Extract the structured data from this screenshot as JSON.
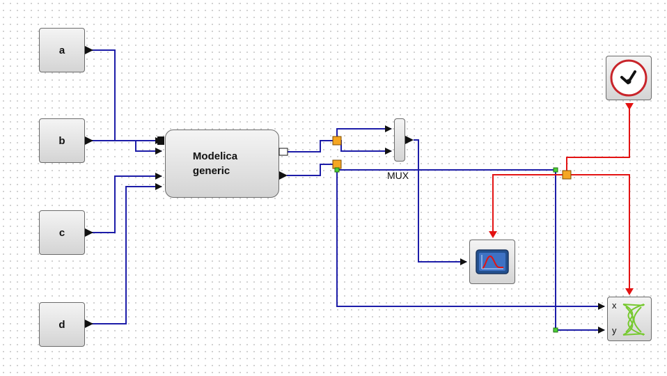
{
  "diagram": {
    "inputs": [
      {
        "label": "a"
      },
      {
        "label": "b"
      },
      {
        "label": "c"
      },
      {
        "label": "d"
      }
    ],
    "modelica": {
      "line1": "Modelica",
      "line2": "generic"
    },
    "mux": {
      "label": "MUX"
    },
    "xy_scope": {
      "x_label": "x",
      "y_label": "y"
    },
    "colors": {
      "data_link": "#1c1ca8",
      "event_link": "#e31212",
      "split_point": "#f5a623",
      "scope_trace": "#e31212",
      "scope_screen": "#2d60a8",
      "lissajous": "#77c930"
    },
    "icons": [
      "clock-icon",
      "scope-icon",
      "lissajous-icon"
    ]
  }
}
